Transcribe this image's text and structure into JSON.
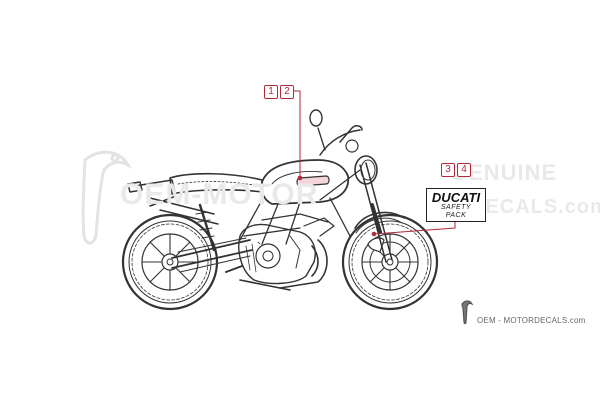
{
  "watermark": {
    "left_text": "OEM-MOTOR",
    "right_text_1": "GENUINE",
    "right_text_2": "DECALS.com"
  },
  "callouts": {
    "top": [
      "1",
      "2"
    ],
    "right": [
      "3",
      "4"
    ]
  },
  "decal": {
    "brand": "DUCATI",
    "line1": "SAFETY",
    "line2": "PACK"
  },
  "footer": {
    "site": "OEM - MOTORDECALS.com"
  },
  "colors": {
    "callout": "#b02a3a",
    "line": "#333333",
    "watermark": "#e6e6e6"
  },
  "icons": [
    "bird-logo-icon"
  ]
}
